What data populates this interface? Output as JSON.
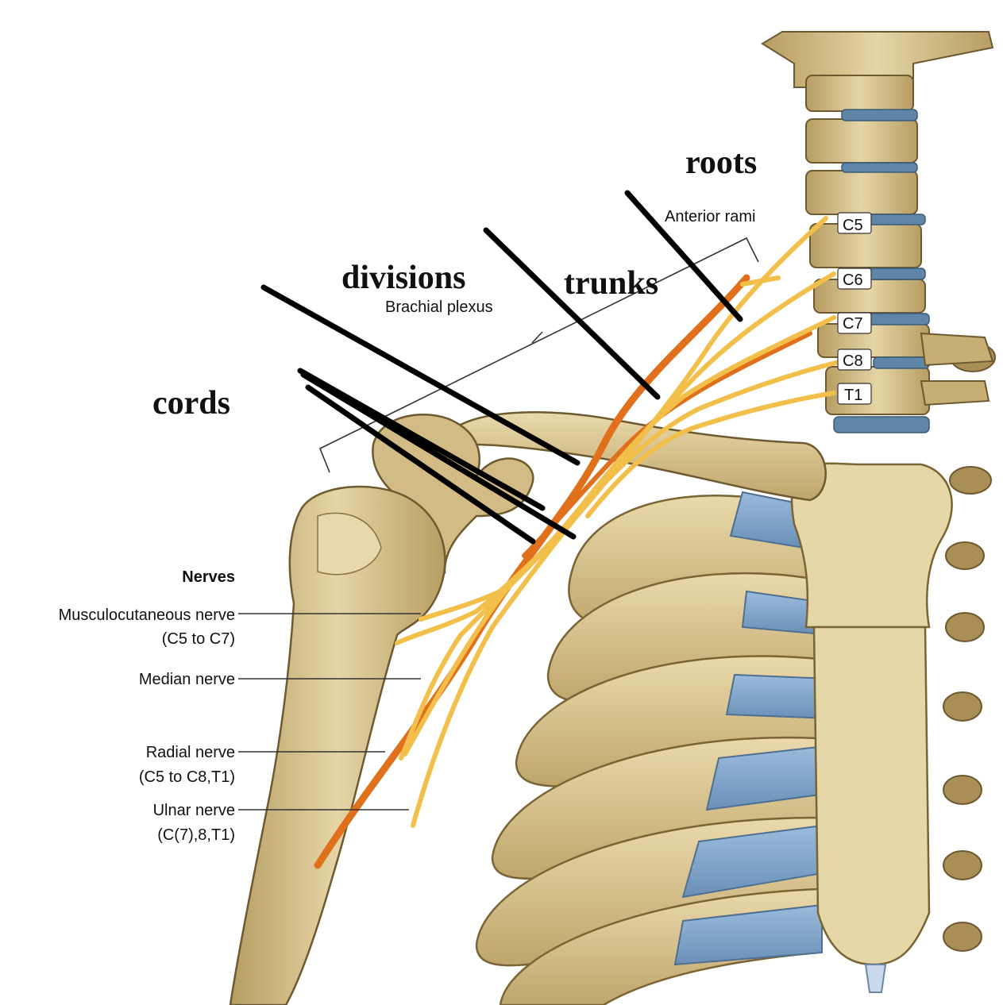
{
  "annotations": {
    "roots": "roots",
    "trunks": "trunks",
    "divisions": "divisions",
    "cords": "cords"
  },
  "labels": {
    "anterior_rami": "Anterior rami",
    "brachial_plexus": "Brachial plexus"
  },
  "vertebrae": [
    "C5",
    "C6",
    "C7",
    "C8",
    "T1"
  ],
  "nerves": {
    "heading": "Nerves",
    "musculocutaneous": "Musculocutaneous nerve",
    "musculocutaneous_roots": "(C5 to C7)",
    "median": "Median nerve",
    "radial": "Radial nerve",
    "radial_roots": "(C5 to C8,T1)",
    "ulnar": "Ulnar nerve",
    "ulnar_roots": "(C(7),8,T1)"
  },
  "colors": {
    "bone": "#d9c48f",
    "bone_shadow": "#b79d62",
    "cartilage": "#7fa3c9",
    "disc": "#5f86a8",
    "nerve_yellow": "#f2c04a",
    "nerve_orange": "#e0701c",
    "pointer_black": "#000000"
  }
}
